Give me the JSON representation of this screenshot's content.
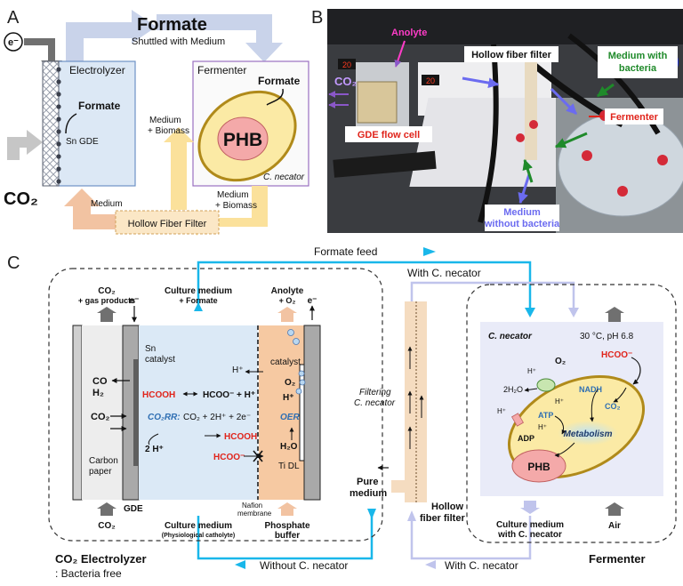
{
  "panels": {
    "a": "A",
    "b": "B",
    "c": "C"
  },
  "panel_a": {
    "electron": "e⁻",
    "formate_top": "Formate",
    "shuttled": "Shuttled with Medium",
    "electrolyzer": "Electrolyzer",
    "formate_electrolyzer": "Formate",
    "sn_gde": "Sn GDE",
    "fermenter": "Fermenter",
    "formate_fermenter": "Formate",
    "phb": "PHB",
    "c_necator": "C. necator",
    "co2": "CO₂",
    "medium_biomass_left_1": "Medium",
    "medium_biomass_left_2": "+ Biomass",
    "medium_biomass_right_1": "Medium",
    "medium_biomass_right_2": "+ Biomass",
    "medium_bottom": "Medium",
    "hollow_fiber": "Hollow Fiber Filter"
  },
  "panel_b": {
    "anolyte": "Anolyte",
    "co2": "CO₂",
    "hollow": "Hollow fiber filter",
    "medium_bacteria_1": "Medium with",
    "medium_bacteria_2": "bacteria",
    "fermenter": "Fermenter",
    "gde_flow_cell": "GDE flow cell",
    "medium_without_1": "Medium",
    "medium_without_2": "without bacteria",
    "display_left": "20",
    "display_right": "20"
  },
  "panel_c": {
    "formate_feed": "Formate feed",
    "with_cn_top": "With C. necator",
    "co2_gas_1": "CO₂",
    "co2_gas_2": "+ gas products",
    "e_left": "e⁻",
    "culture_formate_1": "Culture medium",
    "culture_formate_2": "+ Formate",
    "anolyte_1": "Anolyte",
    "anolyte_2": "+ O₂",
    "e_right": "e⁻",
    "sn_catalyst_1": "Sn",
    "sn_catalyst_2": "catalyst",
    "h_plus_top": "H⁺",
    "catalyst": "catalyst",
    "co": "CO",
    "h2": "H₂",
    "hcooh_left": "HCOOH",
    "hcoo_plus_h": "HCOO⁻ + H⁺",
    "o2": "O₂",
    "h_plus_oer": "H⁺",
    "co2rr_label": "CO₂RR:",
    "co2rr_eq": "CO₂ + 2H⁺ + 2e⁻",
    "oer": "OER",
    "co2_left": "CO₂",
    "hcooh_mid": "HCOOH",
    "two_h": "2 H⁺",
    "h2o": "H₂O",
    "hcoo_blocked": "HCOO⁻",
    "ti_dl": "Ti DL",
    "carbon_paper_1": "Carbon",
    "carbon_paper_2": "paper",
    "gde": "GDE",
    "nafion_1": "Nafion",
    "nafion_2": "membrane",
    "co2_bottom": "CO₂",
    "culture_bottom": "Culture medium",
    "physiological": "(Physiological catholyte)",
    "phosphate_1": "Phosphate",
    "phosphate_2": "buffer",
    "filtering_1": "Filtering",
    "filtering_2": "C. necator",
    "pure_1": "Pure",
    "pure_2": "medium",
    "hollow_1": "Hollow",
    "hollow_2": "fiber filter",
    "cn_cell_title": "C. necator",
    "conditions": "30 °C, pH 6.8",
    "o2_cell": "O₂",
    "hcoo_cell": "HCOO⁻",
    "h_plus_cell_1": "H⁺",
    "two_h2o": "2H₂O",
    "h_plus_cell_2": "H⁺",
    "nadh": "NADH",
    "co2_cell": "CO₂",
    "h_plus_cell_3": "H⁺",
    "atp": "ATP",
    "h_plus_cell_4": "H⁺",
    "adp": "ADP",
    "metabolism": "Metabolism",
    "phb": "PHB",
    "culture_cn_1": "Culture medium",
    "culture_cn_2": "with C. necator",
    "air": "Air",
    "electrolyzer_title": "CO₂ Electrolyzer",
    "bacteria_free": ": Bacteria free",
    "without_cn": "Without C. necator",
    "with_cn_bottom": "With C. necator",
    "fermenter_title": "Fermenter"
  },
  "colors": {
    "formate_arrow": "#c9d3ea",
    "co2_arrow": "#c6c6c6",
    "medium_arrow": "#f2c3a2",
    "biomass_arrow": "#fbe19b",
    "cyan_line": "#19b7ea",
    "lavender_line": "#c0c4ec",
    "red_text": "#e0241b",
    "blue_text": "#2f6fb3",
    "cell_fill": "#fbeaa5",
    "cell_edge": "#b08a1a",
    "phb_fill": "#f4a9a9"
  }
}
